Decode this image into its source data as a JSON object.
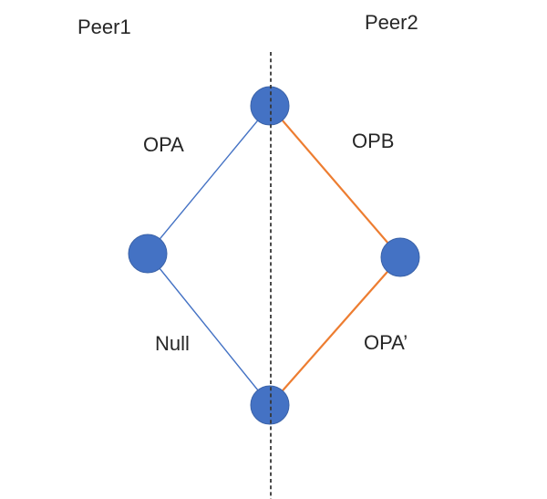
{
  "labels": {
    "peer1": "Peer1",
    "peer2": "Peer2"
  },
  "graph": {
    "nodes": [
      "top",
      "left",
      "right",
      "bottom"
    ],
    "edges": [
      {
        "from": "top",
        "to": "left",
        "label": "OPA",
        "color": "blue"
      },
      {
        "from": "left",
        "to": "bottom",
        "label": "Null",
        "color": "blue"
      },
      {
        "from": "top",
        "to": "right",
        "label": "OPB",
        "color": "orange"
      },
      {
        "from": "right",
        "to": "bottom",
        "label": "OPA’",
        "color": "orange"
      }
    ]
  },
  "colors": {
    "node_fill": "#4472C4",
    "edge_blue": "#4472C4",
    "edge_orange": "#ED7D31",
    "divider_line": "#363636",
    "text": "#262626",
    "background": "#FFFFFF"
  }
}
